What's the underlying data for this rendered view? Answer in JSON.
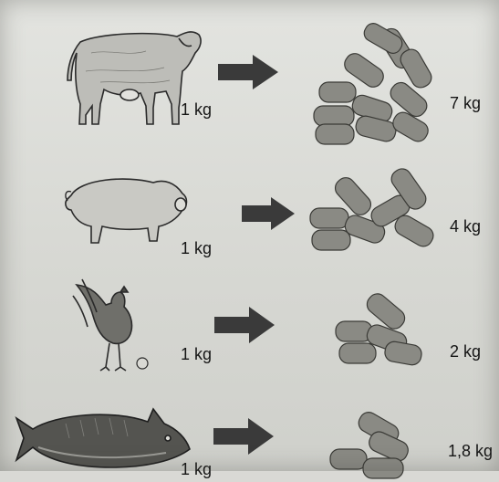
{
  "rows": [
    {
      "animal": "cow",
      "animal_weight": "1 kg",
      "grain_weight": "7 kg",
      "icon": "cow-icon"
    },
    {
      "animal": "pig",
      "animal_weight": "1 kg",
      "grain_weight": "4 kg",
      "icon": "pig-icon"
    },
    {
      "animal": "chicken",
      "animal_weight": "1 kg",
      "grain_weight": "2 kg",
      "icon": "chicken-icon"
    },
    {
      "animal": "fish",
      "animal_weight": "1 kg",
      "grain_weight": "1,8 kg",
      "icon": "fish-icon"
    }
  ],
  "colors": {
    "ink": "#151515",
    "arrow": "#3a3a3a",
    "paper": "#dcddd8",
    "corn": "#8a8a84"
  }
}
